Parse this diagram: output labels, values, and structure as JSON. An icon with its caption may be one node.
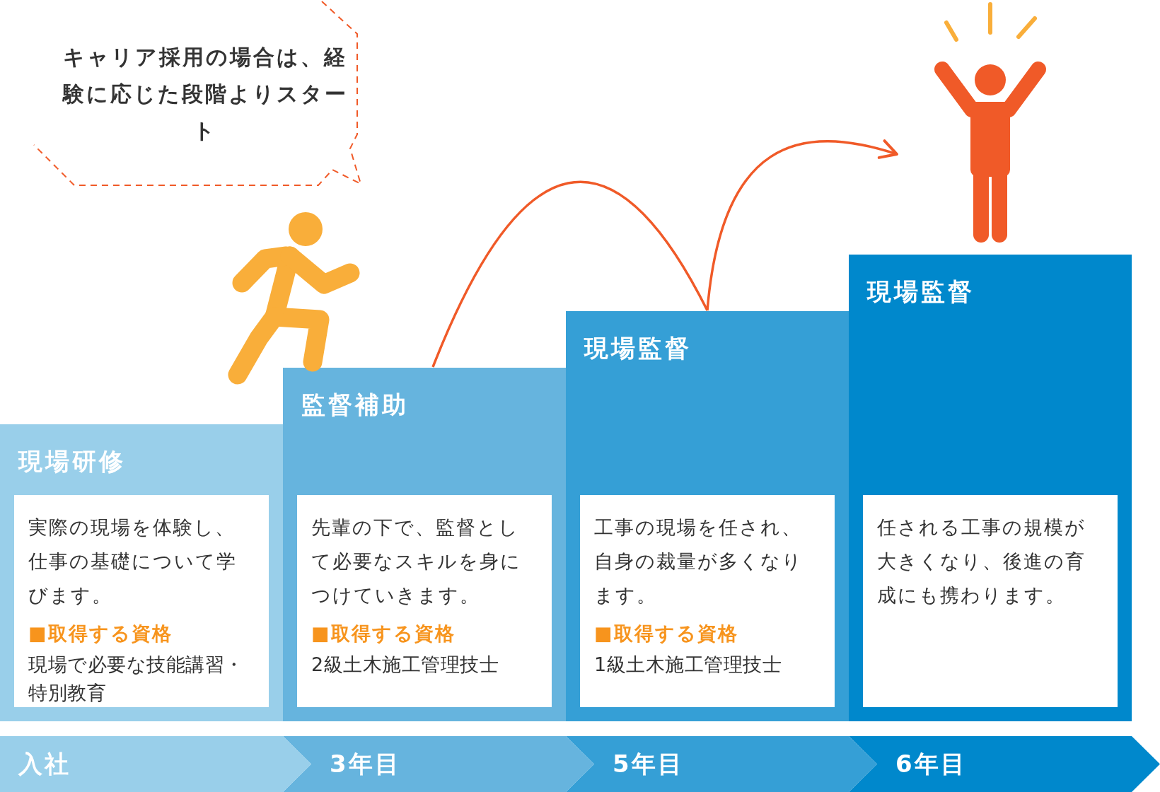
{
  "diagram": {
    "nodes": [
      {
        "text": [
          "現場研修"
        ]
      },
      {
        "text": [
          "実際の現場を体験し、仕事の基礎について学びます。",
          "■取得する資格",
          "現場で必要な技能講習・特別教育"
        ],
        "in": 0
      },
      {
        "text": [
          "監督補助"
        ]
      },
      {
        "text": [
          "先輩の下で、監督として必要なスキルを身につけていきます。",
          "■取得する資格",
          "2級土木施工管理技士"
        ],
        "in": 2
      },
      {
        "text": [
          "現場監督"
        ]
      },
      {
        "text": [
          "工事の現場を任され、自身の裁量が多くなります。",
          "■取得する資格",
          "1級土木施工管理技士"
        ],
        "in": 4
      },
      {
        "text": [
          "現場監督"
        ]
      },
      {
        "text": [
          "任される工事の規模が大きくなり、後進の育成にも携わります。"
        ],
        "in": 6
      },
      {
        "text": [
          "入社"
        ]
      },
      {
        "text": [
          "3年目"
        ]
      },
      {
        "text": [
          "5年目"
        ]
      },
      {
        "text": [
          "6年目"
        ]
      },
      {
        "text": [
          "キャリア採用の場合は、経験に応じた段階よりスタート"
        ]
      },
      {
        "text": [],
        "shape": "person"
      },
      {
        "text": [],
        "shape": "person"
      }
    ],
    "edges": [
      {
        "from": 2,
        "to": 4,
        "arrow": "none"
      },
      {
        "from": 4,
        "to": 14,
        "arrow": "to"
      }
    ]
  }
}
